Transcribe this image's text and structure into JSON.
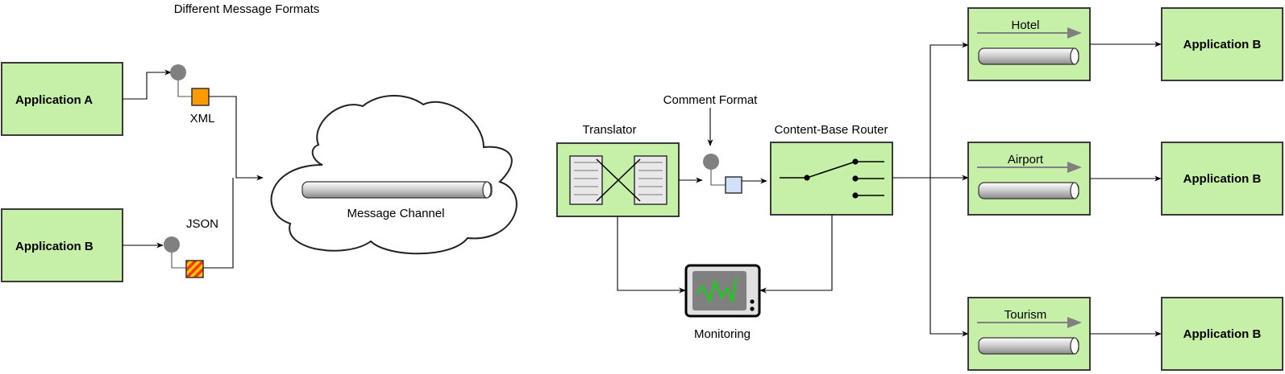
{
  "labels": {
    "different_formats": "Different Message Formats",
    "xml": "XML",
    "json": "JSON",
    "message_channel": "Message Channel",
    "translator": "Translator",
    "comment_format": "Comment Format",
    "content_router": "Content-Base Router",
    "monitoring": "Monitoring"
  },
  "sources": [
    {
      "label": "Application A"
    },
    {
      "label": "Application B"
    }
  ],
  "routes": [
    {
      "channel": "Hotel",
      "target": "Application B"
    },
    {
      "channel": "Airport",
      "target": "Application B"
    },
    {
      "channel": "Tourism",
      "target": "Application B"
    }
  ],
  "colors": {
    "box_fill": "#c6f0a7",
    "xml_message": "#ff9900",
    "json_message_a": "#ffcc00",
    "json_message_b": "#ff3300",
    "translated_message": "#cfe0f8",
    "monitor_screen": "#00e000"
  },
  "icons": [
    "translator-icon",
    "router-switch-icon",
    "monitor-icon",
    "pipe-icon",
    "cloud-icon"
  ]
}
